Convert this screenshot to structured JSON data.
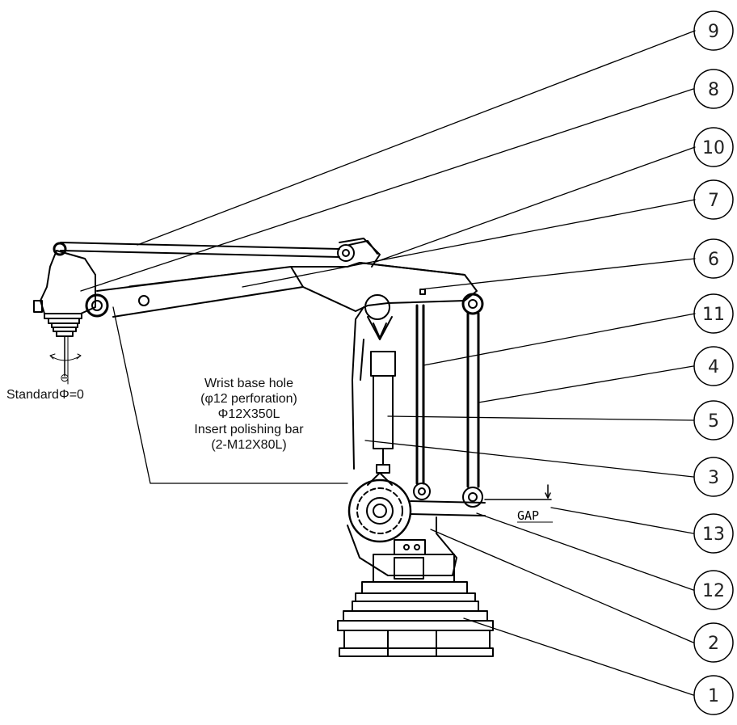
{
  "callouts": [
    {
      "id": "9",
      "label": "9"
    },
    {
      "id": "8",
      "label": "8"
    },
    {
      "id": "10",
      "label": "10"
    },
    {
      "id": "7",
      "label": "7"
    },
    {
      "id": "6",
      "label": "6"
    },
    {
      "id": "11",
      "label": "11"
    },
    {
      "id": "4",
      "label": "4"
    },
    {
      "id": "5",
      "label": "5"
    },
    {
      "id": "3",
      "label": "3"
    },
    {
      "id": "13",
      "label": "13"
    },
    {
      "id": "12",
      "label": "12"
    },
    {
      "id": "2",
      "label": "2"
    },
    {
      "id": "1",
      "label": "1"
    }
  ],
  "annotations": {
    "wrist_lines": [
      "Wrist base hole",
      "(φ12 perforation)",
      "Φ12X350L",
      "Insert polishing bar",
      "(2-M12X80L)"
    ],
    "standard": "StandardΦ=0",
    "zero_mark": "⊖",
    "gap": "GAP"
  },
  "colors": {
    "line": "#000000",
    "background": "#ffffff"
  }
}
